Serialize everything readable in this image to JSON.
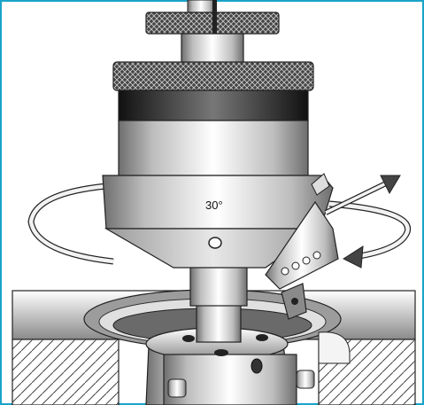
{
  "diagram": {
    "angle_label": "30°",
    "colors": {
      "frame_border": "#1aa3c8",
      "metal_light": "#f2f2f2",
      "metal_mid": "#bdbdbd",
      "metal_dark": "#3a3a3a",
      "outline": "#222222"
    },
    "icons": [
      "knurled-knob",
      "rotation-arrow",
      "direction-arrow",
      "cutting-insert",
      "hatched-workpiece"
    ]
  }
}
